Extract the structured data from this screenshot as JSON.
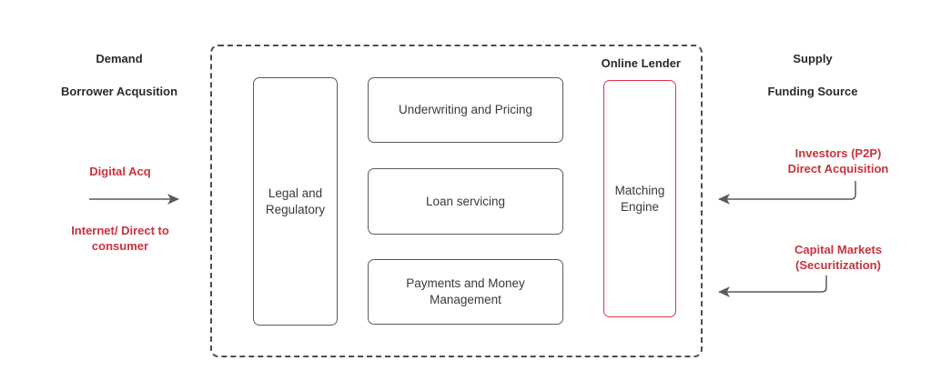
{
  "diagram": {
    "title_visible": false,
    "colors": {
      "accent_red": "#c8333f",
      "box_red": "#dc3545",
      "box_gray": "#5b5b5b",
      "text_dark": "#2b2b2b",
      "dashed_gray": "#4d4d4d"
    }
  },
  "left": {
    "heading": "Demand",
    "subheading": "Borrower Acqusition",
    "arrow_label_top": "Digital Acq",
    "arrow_label_bottom": "Internet/ Direct to consumer"
  },
  "right": {
    "heading": "Supply",
    "subheading": "Funding Source",
    "arrow_label_top_line1": "Investors (P2P)",
    "arrow_label_top_line2": "Direct Acquisition",
    "arrow_label_bottom_line1": "Capital Markets",
    "arrow_label_bottom_line2": "(Securitization)"
  },
  "container": {
    "label": "Online Lender"
  },
  "boxes": [
    {
      "id": "legal",
      "label": "Legal and Regulatory",
      "style": "gray"
    },
    {
      "id": "underwriting",
      "label": "Underwriting and Pricing",
      "style": "gray"
    },
    {
      "id": "loan-servicing",
      "label": "Loan servicing",
      "style": "gray"
    },
    {
      "id": "payments",
      "label": "Payments and Money Management",
      "style": "gray"
    },
    {
      "id": "matching-engine",
      "label": "Matching Engine",
      "style": "red"
    }
  ]
}
